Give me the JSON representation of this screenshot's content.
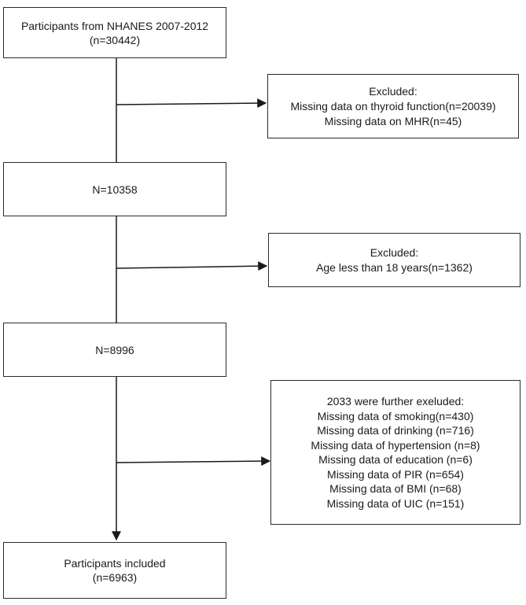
{
  "main_boxes": {
    "start": {
      "lines": [
        "Participants from NHANES 2007-2012",
        "(n=30442)"
      ]
    },
    "step1": {
      "lines": [
        "N=10358"
      ]
    },
    "step2": {
      "lines": [
        "N=8996"
      ]
    },
    "final": {
      "lines": [
        "Participants included",
        "(n=6963)"
      ]
    }
  },
  "exclusion_boxes": {
    "exclusion1": {
      "lines": [
        "Excluded:",
        "Missing data on thyroid function(n=20039)",
        "Missing data on MHR(n=45)"
      ]
    },
    "exclusion2": {
      "lines": [
        "Excluded:",
        "Age less than 18 years(n=1362)"
      ]
    },
    "exclusion3": {
      "lines": [
        "2033 were further exeluded:",
        "Missing data of smoking(n=430)",
        "Missing data of drinking (n=716)",
        "Missing data of hypertension (n=8)",
        "Missing data of education (n=6)",
        "Missing data of PIR (n=654)",
        "Missing data of BMI (n=68)",
        "Missing data of UIC (n=151)"
      ]
    }
  },
  "colors": {
    "line": "#1a1a1a",
    "border": "#2b2b2b",
    "background": "#ffffff"
  }
}
